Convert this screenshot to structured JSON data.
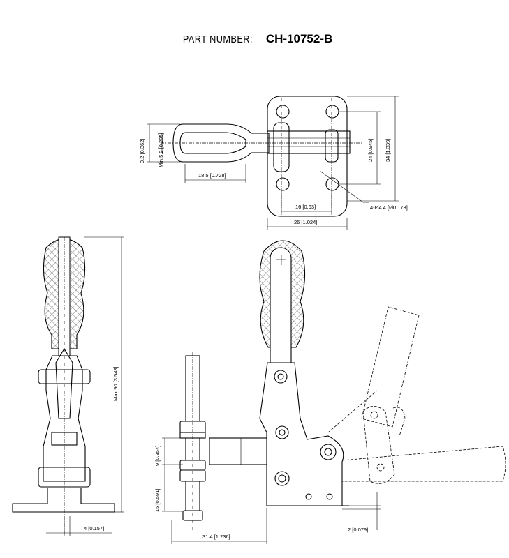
{
  "header": {
    "label": "PART NUMBER:",
    "part_number": "CH-10752-B"
  },
  "dimensions": {
    "top_handle_height": "9.2 [0.362]",
    "top_min_opening": "Min.5.2 [0.205]",
    "top_reach": "18.5 [0.728]",
    "top_hole_spacing_v": "24 [0.945]",
    "top_base_height": "34 [1.339]",
    "top_hole_spacing_h": "16 [0.63]",
    "top_base_width": "26 [1.024]",
    "top_holes": "4-Ø4.4 [Ø0.173]",
    "side_max_height": "Max.90 [3.543]",
    "side_thickness": "4 [0.157]",
    "front_spindle_offset": "9 [0.354]",
    "front_spindle_height": "15 [0.591]",
    "front_reach": "31.4 [1.236]",
    "front_base_thickness": "2 [0.079]"
  },
  "colors": {
    "line": "#000000",
    "background": "#ffffff"
  }
}
